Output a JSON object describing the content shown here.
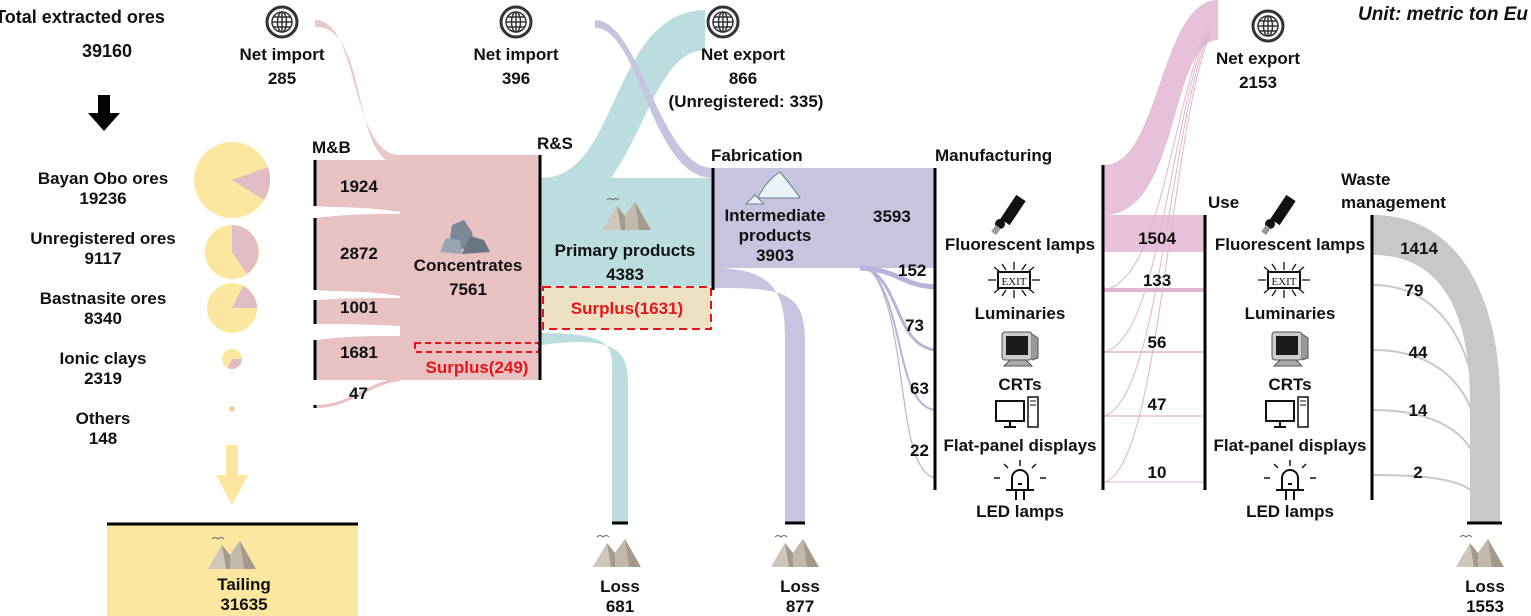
{
  "unit": "Unit: metric ton Eu",
  "colors": {
    "mining": "#e8c2c2",
    "refining": "#bcdde0",
    "fabrication": "#c7c4e0",
    "manufacturing_out": "#e6c1d9",
    "waste": "#c8c8c8",
    "tailing": "#fbe7a0",
    "surplus": "#e8141a"
  },
  "extraction": {
    "title": "Total extracted ores",
    "total": "39160",
    "ores": [
      {
        "name": "Bayan Obo ores",
        "value": "19236"
      },
      {
        "name": "Unregistered ores",
        "value": "9117"
      },
      {
        "name": "Bastnasite ores",
        "value": "8340"
      },
      {
        "name": "Ionic clays",
        "value": "2319"
      },
      {
        "name": "Others",
        "value": "148"
      }
    ],
    "tailing": {
      "label": "Tailing",
      "value": "31635"
    }
  },
  "stages": {
    "mb": "M&B",
    "rs": "R&S",
    "fabrication": "Fabrication",
    "manufacturing": "Manufacturing",
    "use": "Use",
    "waste": "Waste management"
  },
  "mb_flows": [
    "1924",
    "2872",
    "1001",
    "1681",
    "47"
  ],
  "trade": {
    "import1": {
      "label": "Net import",
      "value": "285"
    },
    "import2": {
      "label": "Net import",
      "value": "396"
    },
    "export1": {
      "label": "Net export",
      "value": "866",
      "note": "(Unregistered: 335)"
    },
    "export2": {
      "label": "Net export",
      "value": "2153"
    }
  },
  "concentrates": {
    "label": "Concentrates",
    "value": "7561",
    "surplus": "Surplus(249)"
  },
  "primary": {
    "label": "Primary products",
    "value": "4383",
    "surplus": "Surplus(1631)"
  },
  "intermediate": {
    "label1": "Intermediate",
    "label2": "products",
    "value": "3903",
    "to_lamps": "3593"
  },
  "fab_flows": [
    "152",
    "73",
    "63",
    "22"
  ],
  "products": [
    "Fluorescent lamps",
    "Luminaries",
    "CRTs",
    "Flat-panel displays",
    "LED lamps"
  ],
  "use_flows": [
    "1504",
    "133",
    "56",
    "47",
    "10"
  ],
  "waste_flows": [
    "1414",
    "79",
    "44",
    "14",
    "2"
  ],
  "losses": [
    {
      "label": "Loss",
      "value": "681"
    },
    {
      "label": "Loss",
      "value": "877"
    },
    {
      "label": "Loss",
      "value": "1553"
    }
  ]
}
